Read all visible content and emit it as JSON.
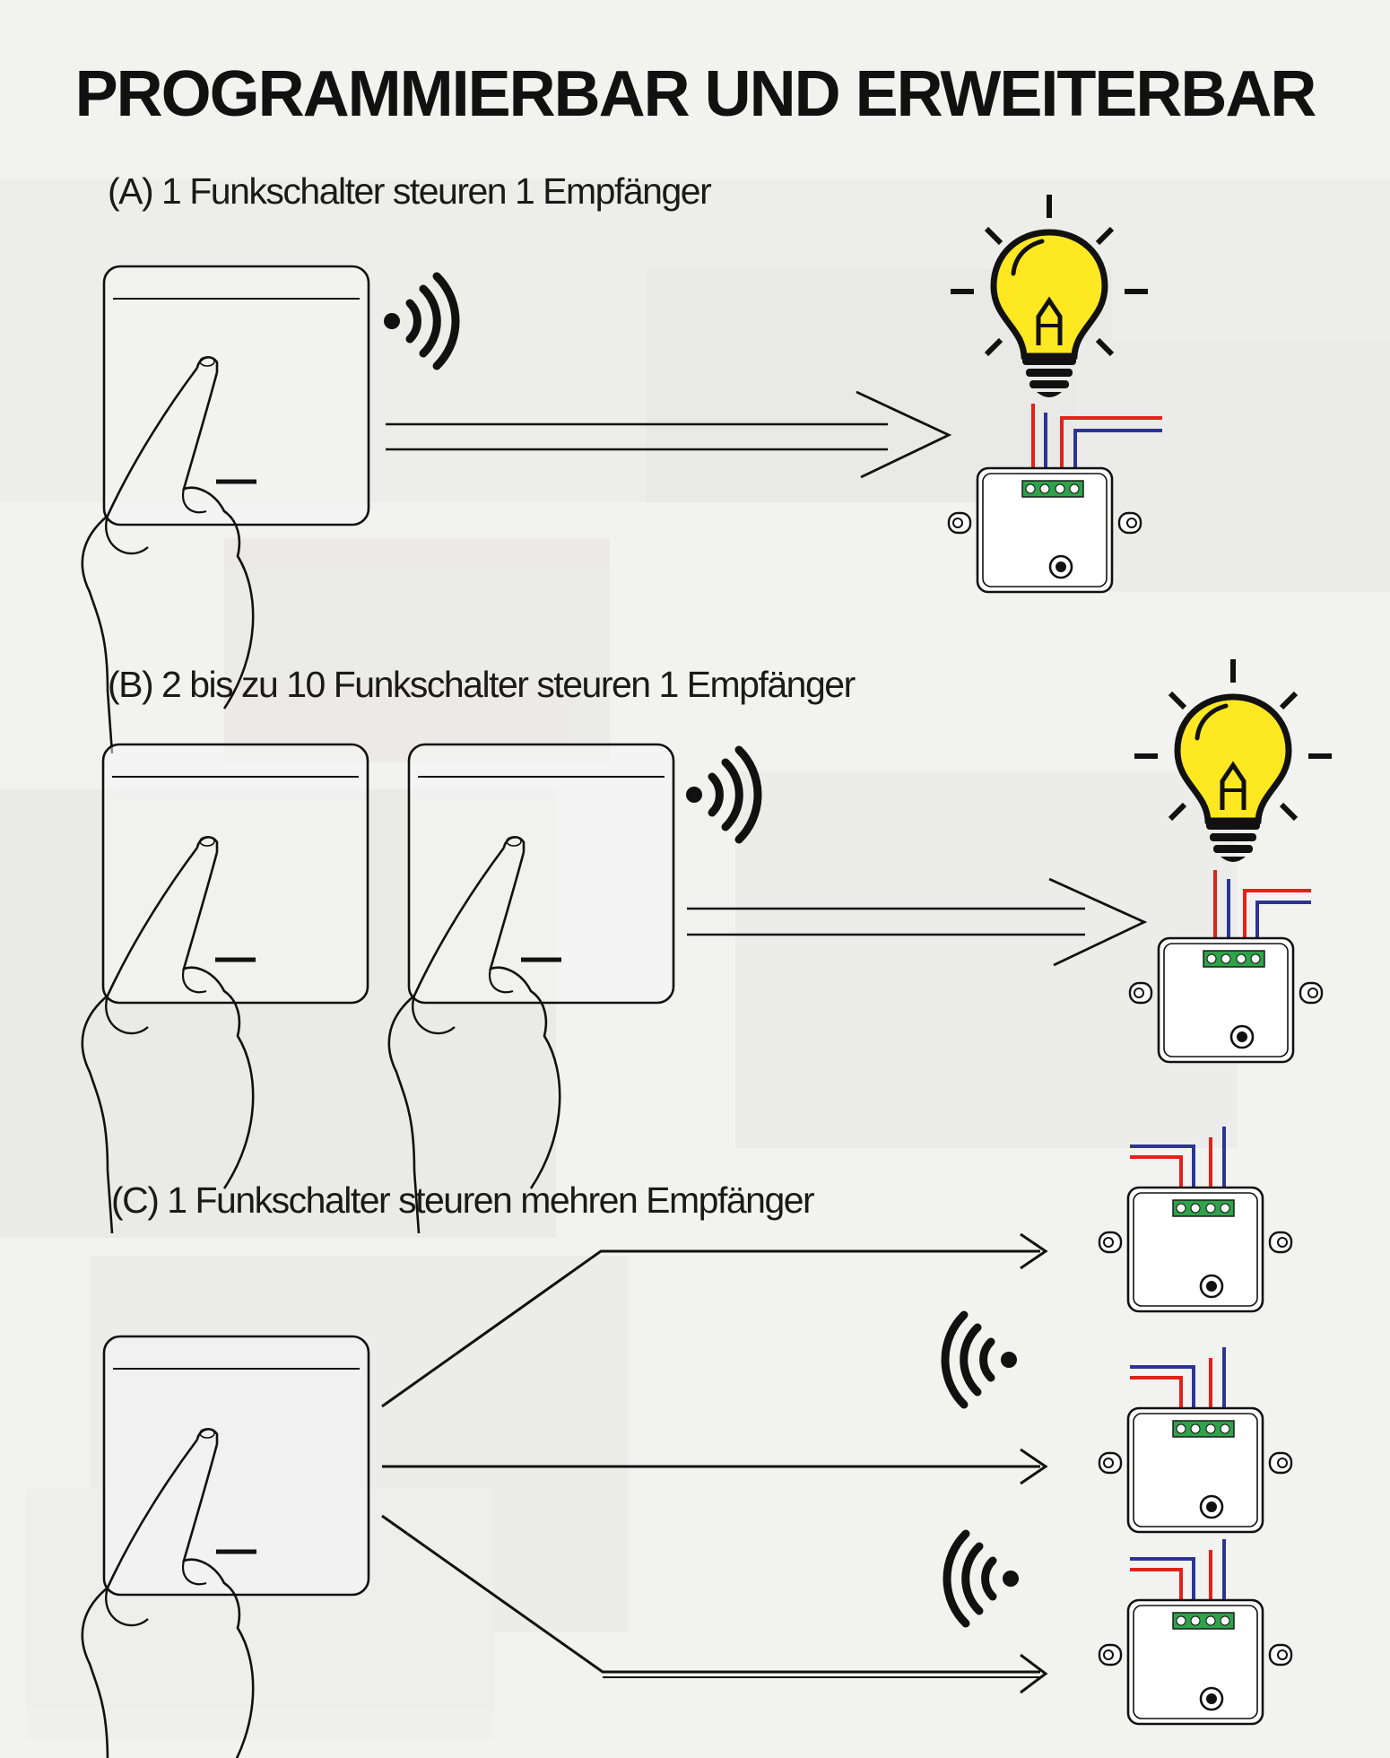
{
  "title": "PROGRAMMIERBAR UND ERWEITERBAR",
  "sections": [
    {
      "label": "(A) 1 Funkschalter steuren 1 Empfänger"
    },
    {
      "label": "(B) 2 bis zu 10 Funkschalter steuren 1 Empfänger"
    },
    {
      "label": "(C) 1 Funkschalter steuren mehren Empfänger"
    }
  ],
  "colors": {
    "bulb": "#fde821",
    "wire_red": "#e32219",
    "wire_blue": "#2b3593",
    "terminal": "#2fa24a",
    "line": "#111111"
  },
  "icons": [
    "wireless-switch-icon",
    "hand-pointer-icon",
    "signal-waves-icon",
    "light-bulb-icon",
    "receiver-module-icon",
    "arrow-icon"
  ]
}
